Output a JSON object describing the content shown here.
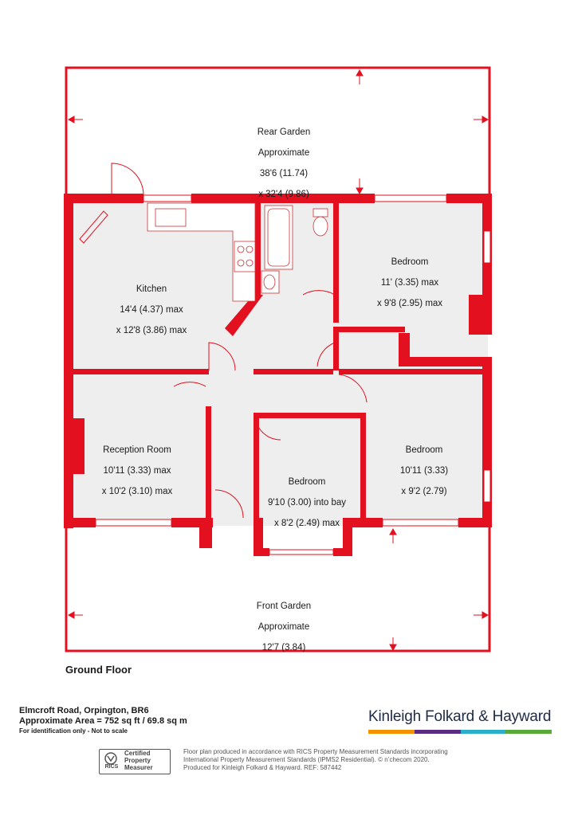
{
  "colors": {
    "wall": "#e3101f",
    "floor": "#eeeeee",
    "text": "#1a1a1a",
    "brand_text": "#1f2a44",
    "bar": [
      "#f39200",
      "#5a2d82",
      "#2aaecb",
      "#58a83a"
    ]
  },
  "rooms": {
    "rear_garden": {
      "name": "Rear Garden",
      "line2": "Approximate",
      "line3": "38'6 (11.74)",
      "line4": " x 32'4 (9.86)"
    },
    "kitchen": {
      "name": "Kitchen",
      "line2": "14'4 (4.37) max",
      "line3": "x 12'8 (3.86) max"
    },
    "bedroom_1": {
      "name": "Bedroom",
      "line2": "11' (3.35) max",
      "line3": "x 9'8 (2.95) max"
    },
    "reception": {
      "name": "Reception Room",
      "line2": "10'11 (3.33) max",
      "line3": "x 10'2 (3.10) max"
    },
    "bedroom_2": {
      "name": "Bedroom",
      "line2": "9'10 (3.00) into bay",
      "line3": "x 8'2 (2.49) max"
    },
    "bedroom_3": {
      "name": "Bedroom",
      "line2": "10'11 (3.33)",
      "line3": "x 9'2 (2.79)"
    },
    "front_garden": {
      "name": "Front Garden",
      "line2": "Approximate",
      "line3": "12'7 (3.84)"
    }
  },
  "floor_label": "Ground Floor",
  "address": "Elmcroft Road, Orpington, BR6",
  "area": "Approximate Area = 752 sq ft / 69.8 sq m",
  "identification_note": "For identification only - Not to scale",
  "brand": "Kinleigh Folkard & Hayward",
  "rics": {
    "logo_text": "RICS",
    "line1": "Certified",
    "line2": "Property",
    "line3": "Measurer"
  },
  "footnote": {
    "line1": "Floor plan produced in accordance with RICS Property Measurement Standards incorporating",
    "line2": "International Property Measurement Standards (IPMS2 Residential).  © n’checom 2020.",
    "line3": "Produced for Kinleigh Folkard & Hayward.   REF: 587442"
  }
}
